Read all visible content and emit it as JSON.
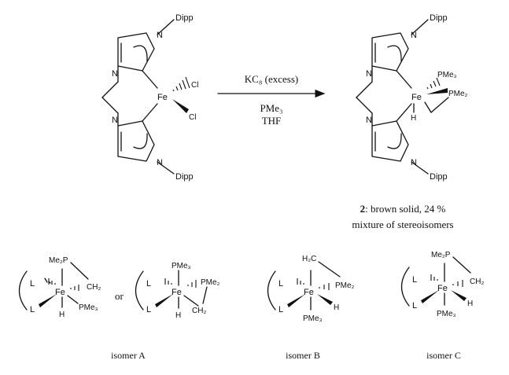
{
  "reaction": {
    "reagent_above": "KC₈ (excess)",
    "reagents_below": [
      "PMe₃",
      "THF"
    ]
  },
  "reactant": {
    "atoms": {
      "n": "N",
      "dipp": "Dipp",
      "fe": "Fe",
      "cl": "Cl"
    }
  },
  "product": {
    "atoms": {
      "n": "N",
      "dipp": "Dipp",
      "fe": "Fe",
      "pme3": "PMe₃",
      "pme2": "PMe₂",
      "h": "H"
    },
    "compound_number": "2",
    "description": ": brown solid, 24 %",
    "note": "mixture of stereoisomers"
  },
  "isomers": {
    "atoms": {
      "l": "L",
      "fe": "Fe",
      "h": "H",
      "me2p": "Me₂P",
      "ch2": "CH₂",
      "h2c": "H₂C",
      "pme3": "PMe₃",
      "pme2": "PMe₂"
    },
    "or_text": "or",
    "labels": [
      "isomer A",
      "isomer B",
      "isomer C"
    ]
  }
}
